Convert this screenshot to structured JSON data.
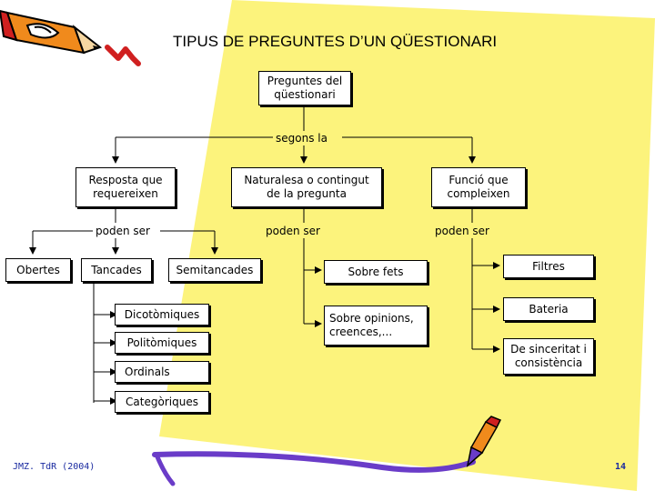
{
  "title": "TIPUS DE PREGUNTES D’UN QÜESTIONARI",
  "root": {
    "line1": "Preguntes del",
    "line2": "qüestionari"
  },
  "connector_root": "segons la",
  "branches": {
    "resposta": {
      "line1": "Resposta que",
      "line2": "requereixen",
      "connector": "poden ser"
    },
    "naturalesa": {
      "line1": "Naturalesa o contingut",
      "line2": "de la pregunta",
      "connector": "poden ser"
    },
    "funcio": {
      "line1": "Funció que",
      "line2": "compleixen",
      "connector": "poden ser"
    }
  },
  "resposta_types": {
    "obertes": "Obertes",
    "tancades": "Tancades",
    "semitancades": "Semitancades"
  },
  "tancades_types": [
    "Dicotòmiques",
    "Politòmiques",
    "Ordinals",
    "Categòriques"
  ],
  "naturalesa_types": {
    "fets": "Sobre fets",
    "opinions_line1": "Sobre opinions,",
    "opinions_line2": "creences,..."
  },
  "funcio_types": {
    "filtres": "Filtres",
    "bateria": "Bateria",
    "sinceritat_line1": "De sinceritat i",
    "sinceritat_line2": "consistència"
  },
  "footer": {
    "left": "JMZ. TdR (2004)",
    "page": "14"
  },
  "colors": {
    "background_shape": "#fcf37c",
    "footer_text": "#1a2aa0",
    "pencil_orange": "#f08a1c",
    "marker_purple": "#6a3cc8"
  },
  "icons": [
    "pencil-icon",
    "checkmark-icon",
    "marker-pen-icon",
    "small-pencil-icon"
  ]
}
